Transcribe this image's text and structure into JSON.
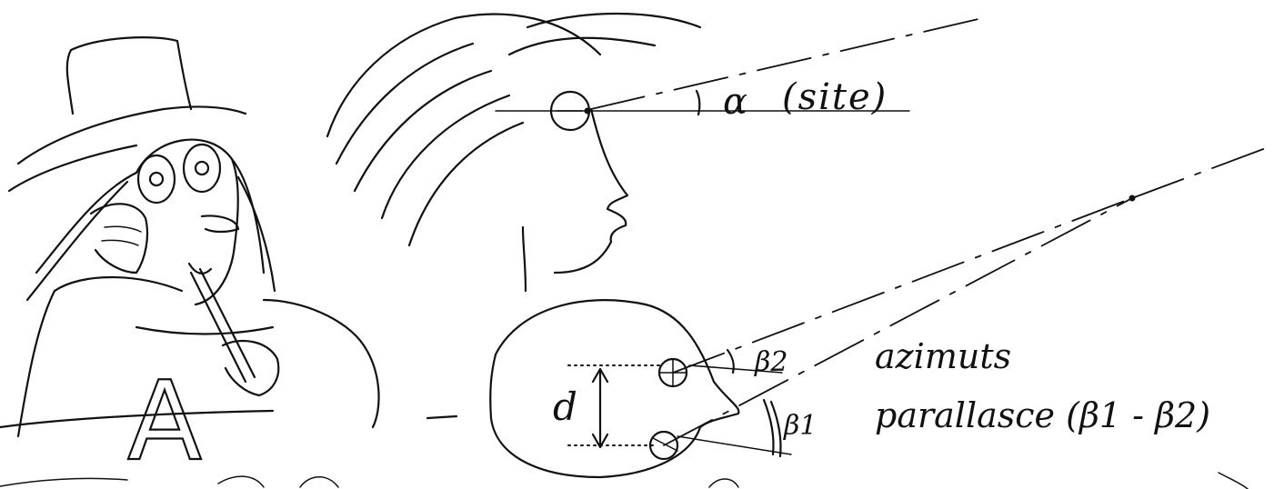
{
  "labels": {
    "alpha": "α",
    "site": "(site)",
    "beta2": "β2",
    "beta1": "β1",
    "distance": "d",
    "azimuts": "azimuts",
    "parallaxe": "parallasce (β1 - β2)",
    "shirt_letter": "A"
  },
  "colors": {
    "ink": "#111111",
    "paper": "#ffffff"
  }
}
